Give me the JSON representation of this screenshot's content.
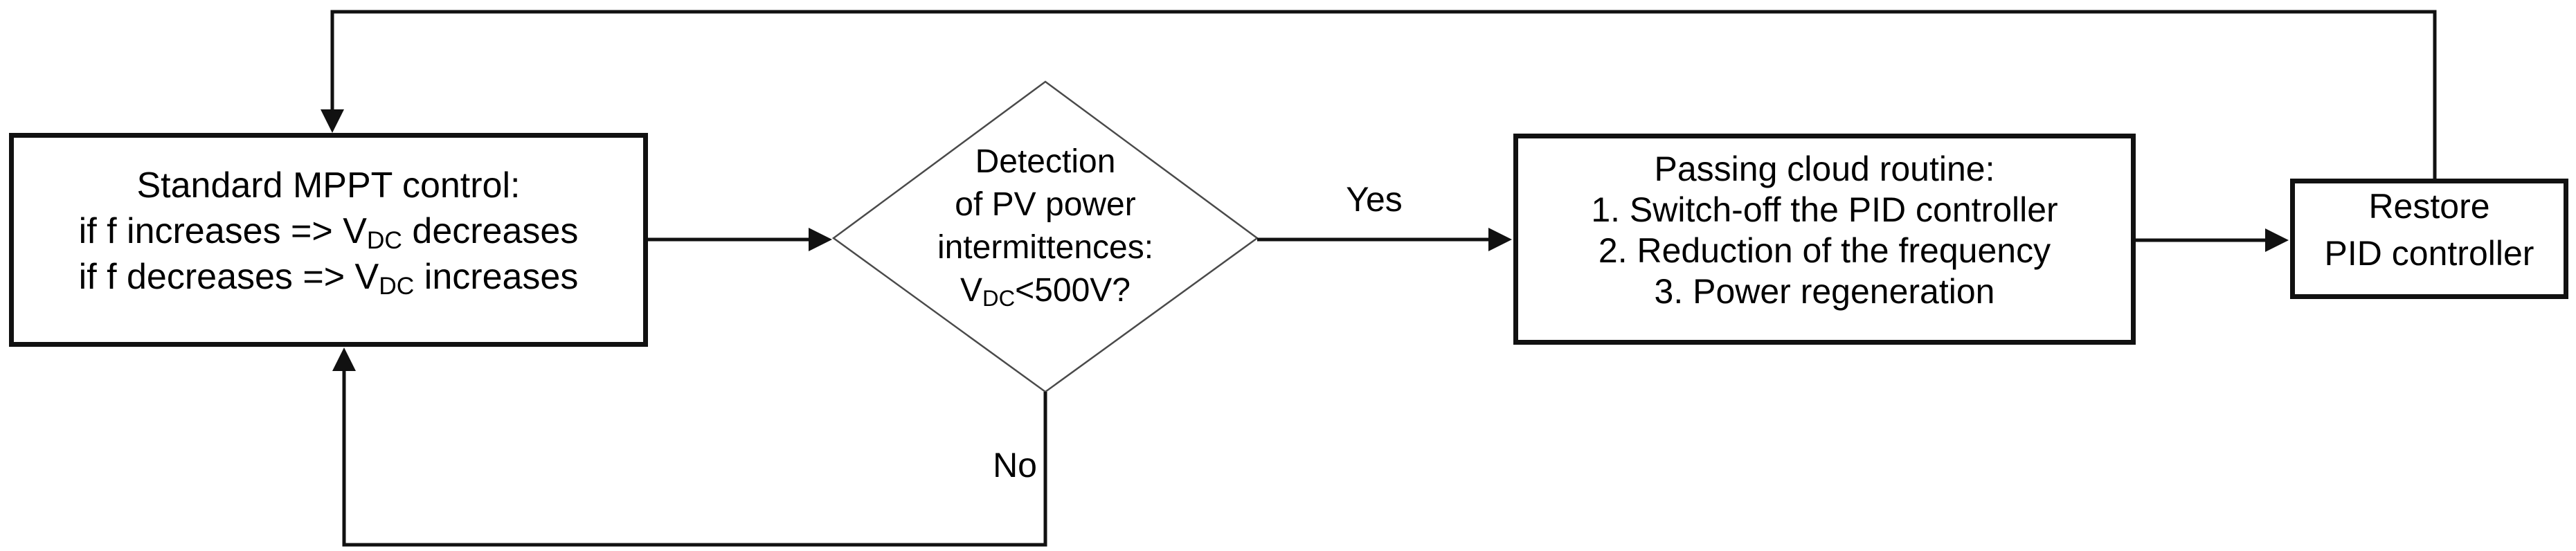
{
  "diagram": {
    "nodes": {
      "mppt": {
        "line1": "Standard MPPT control:",
        "line2_pre": "if f increases => V",
        "line2_sub": "DC",
        "line2_post": " decreases",
        "line3_pre": "if f decreases => V",
        "line3_sub": "DC",
        "line3_post": " increases"
      },
      "detection": {
        "line1": "Detection",
        "line2": "of PV power",
        "line3": "intermittences:",
        "line4_pre": "V",
        "line4_sub": "DC",
        "line4_post": "<500V?"
      },
      "cloud": {
        "line1": "Passing cloud routine:",
        "line2": "1. Switch-off the PID controller",
        "line3": "2. Reduction of the frequency",
        "line4": "3. Power regeneration"
      },
      "restore": {
        "line1": "Restore",
        "line2": "PID controller"
      }
    },
    "labels": {
      "yes": "Yes",
      "no": "No"
    },
    "colors": {
      "line": "#111111",
      "text": "#000000",
      "background": "#ffffff",
      "diamond_stroke": "#4a4a4a"
    }
  }
}
